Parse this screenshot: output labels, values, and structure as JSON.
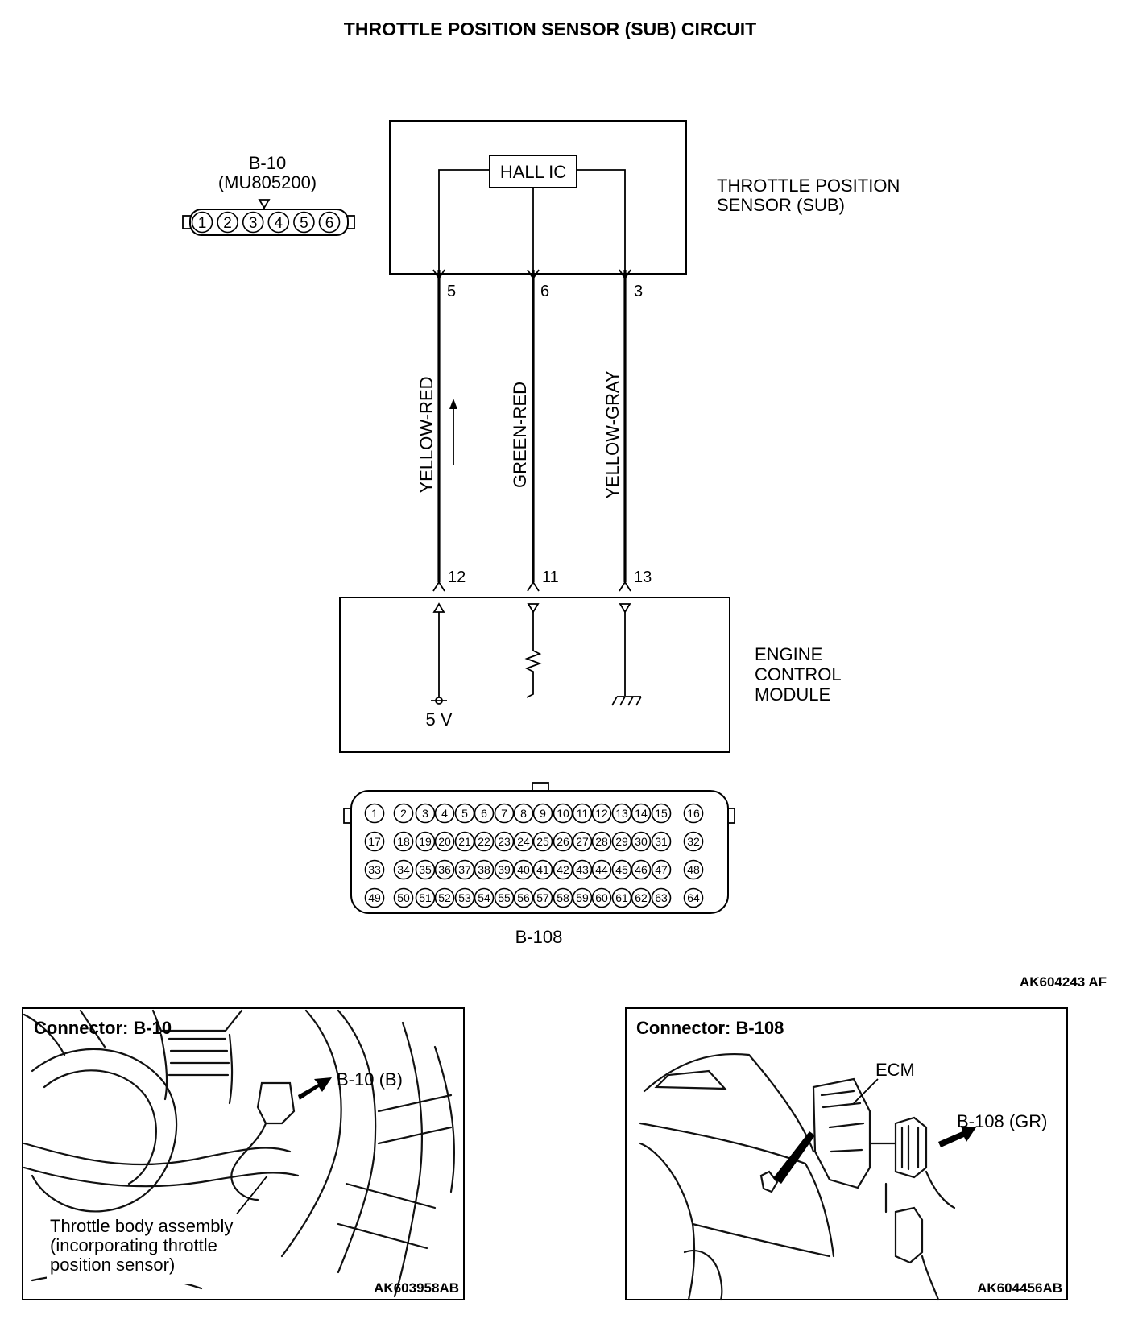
{
  "title": "THROTTLE POSITION SENSOR (SUB) CIRCUIT",
  "connector_b10": {
    "name": "B-10",
    "part_number": "(MU805200)",
    "pins": [
      "1",
      "2",
      "3",
      "4",
      "5",
      "6"
    ]
  },
  "sensor": {
    "label_line1": "THROTTLE POSITION",
    "label_line2": "SENSOR (SUB)",
    "ic_label": "HALL IC"
  },
  "wires": [
    {
      "color": "YELLOW-RED",
      "sensor_pin": "5",
      "ecm_pin": "12"
    },
    {
      "color": "GREEN-RED",
      "sensor_pin": "6",
      "ecm_pin": "11"
    },
    {
      "color": "YELLOW-GRAY",
      "sensor_pin": "3",
      "ecm_pin": "13"
    }
  ],
  "ecm": {
    "label_line1": "ENGINE",
    "label_line2": "CONTROL",
    "label_line3": "MODULE",
    "supply_label": "5 V"
  },
  "connector_b108": {
    "name": "B-108",
    "rows": [
      [
        "1",
        "2",
        "3",
        "4",
        "5",
        "6",
        "7",
        "8",
        "9",
        "10",
        "11",
        "12",
        "13",
        "14",
        "15",
        "16"
      ],
      [
        "17",
        "18",
        "19",
        "20",
        "21",
        "22",
        "23",
        "24",
        "25",
        "26",
        "27",
        "28",
        "29",
        "30",
        "31",
        "32"
      ],
      [
        "33",
        "34",
        "35",
        "36",
        "37",
        "38",
        "39",
        "40",
        "41",
        "42",
        "43",
        "44",
        "45",
        "46",
        "47",
        "48"
      ],
      [
        "49",
        "50",
        "51",
        "52",
        "53",
        "54",
        "55",
        "56",
        "57",
        "58",
        "59",
        "60",
        "61",
        "62",
        "63",
        "64"
      ]
    ]
  },
  "figure_ref": "AK604243 AF",
  "panel_left": {
    "title": "Connector: B-10",
    "callout": "B-10 (B)",
    "note_line1": "Throttle body assembly",
    "note_line2": "(incorporating throttle",
    "note_line3": "position sensor)",
    "ref": "AK603958AB"
  },
  "panel_right": {
    "title": "Connector: B-108",
    "ecm_label": "ECM",
    "callout": "B-108 (GR)",
    "ref": "AK604456AB"
  }
}
